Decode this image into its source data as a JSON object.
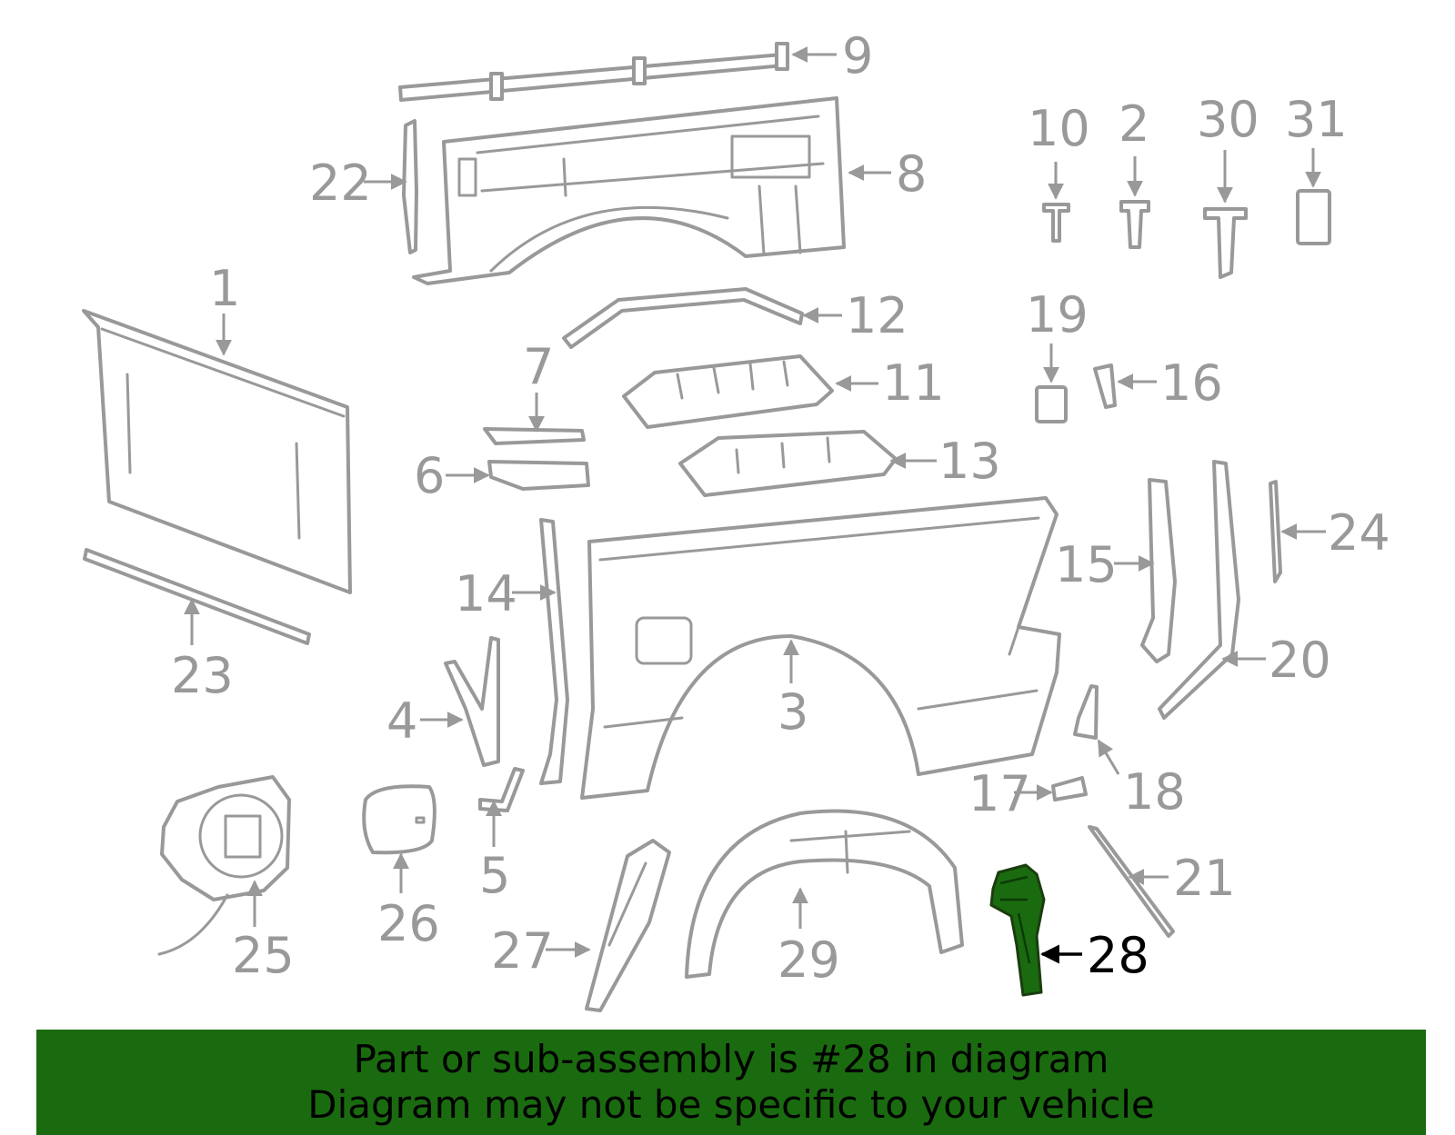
{
  "diagram": {
    "highlighted_part": "28",
    "highlight_color": "#1a6b0f",
    "line_color": "#999999",
    "part_numbers": [
      "1",
      "2",
      "3",
      "4",
      "5",
      "6",
      "7",
      "8",
      "9",
      "10",
      "11",
      "12",
      "13",
      "14",
      "15",
      "16",
      "17",
      "18",
      "19",
      "20",
      "21",
      "22",
      "23",
      "24",
      "25",
      "26",
      "27",
      "28",
      "29",
      "30",
      "31"
    ]
  },
  "banner": {
    "line1": "Part or sub-assembly is #28 in diagram",
    "line2": "Diagram may not be specific to your vehicle",
    "background": "#1a6b0f"
  }
}
